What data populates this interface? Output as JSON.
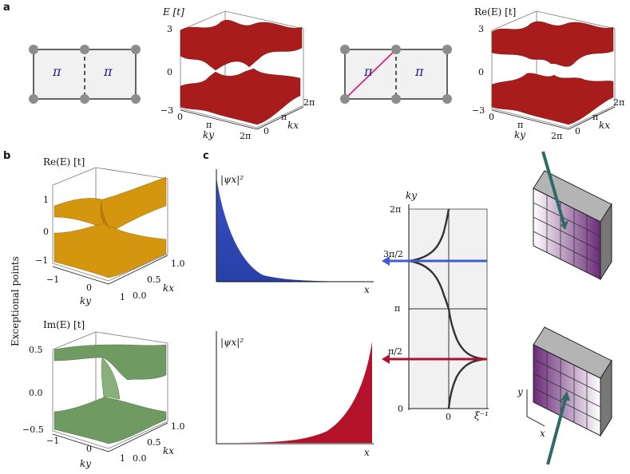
{
  "panel_labels": {
    "a": "a",
    "b": "b",
    "c": "c"
  },
  "side_label": "Exceptional points",
  "panel_a": {
    "plaquette_flux_left": "π",
    "plaquette_flux_right": "π",
    "plot1": {
      "zlabel": "E [t]",
      "z_ticks": [
        "3",
        "0",
        "−3"
      ],
      "y_ticks": [
        "0",
        "π",
        "2π"
      ],
      "ylabel": "ky",
      "x_ticks": [
        "0",
        "π",
        "2π"
      ],
      "xlabel": "kx"
    },
    "plot2": {
      "zlabel": "Re(E) [t]",
      "z_ticks": [
        "3",
        "0",
        "−3"
      ],
      "y_ticks": [
        "0",
        "π",
        "2π"
      ],
      "ylabel": "ky",
      "x_ticks": [
        "0",
        "π",
        "2π"
      ],
      "xlabel": "kx"
    },
    "colors": {
      "surface": "#a81c1c",
      "diagonal": "#d6267a",
      "site": "#8c8c8c"
    }
  },
  "panel_b": {
    "plot1": {
      "zlabel": "Re(E) [t]",
      "z_ticks": [
        "1",
        "0",
        "−1"
      ],
      "y_ticks": [
        "−1",
        "0",
        "1"
      ],
      "ylabel": "ky",
      "x_ticks": [
        "0.0",
        "0.5",
        "1.0"
      ],
      "xlabel": "kx"
    },
    "plot2": {
      "zlabel": "Im(E) [t]",
      "z_ticks": [
        "0.5",
        "0.0",
        "−0.5"
      ],
      "y_ticks": [
        "−1",
        "0",
        "1"
      ],
      "ylabel": "ky",
      "x_ticks": [
        "0.0",
        "0.5",
        "1.0"
      ],
      "xlabel": "kx"
    },
    "colors": {
      "re_surface": "#d4950f",
      "im_surface": "#6f9a62"
    }
  },
  "panel_c": {
    "top_profile": {
      "ylabel": "|ψx|²",
      "xlabel": "x",
      "color": "#3a4fc0"
    },
    "bottom_profile": {
      "ylabel": "|ψx|²",
      "xlabel": "x",
      "color": "#b3122a"
    },
    "ky_plot": {
      "ylabel": "ky",
      "xlabel": "ξ⁻¹",
      "y_ticks": [
        "2π",
        "3π/2",
        "π",
        "π/2",
        "0"
      ],
      "x_tick": "0"
    },
    "slab_top_label": "",
    "slab_axes": {
      "y": "y",
      "x": "x"
    },
    "colors": {
      "arrow_blue": "#3a5fcd",
      "arrow_red": "#b01030",
      "slab_arrow": "#2d6b66",
      "gradient": "#6a2a78"
    }
  }
}
